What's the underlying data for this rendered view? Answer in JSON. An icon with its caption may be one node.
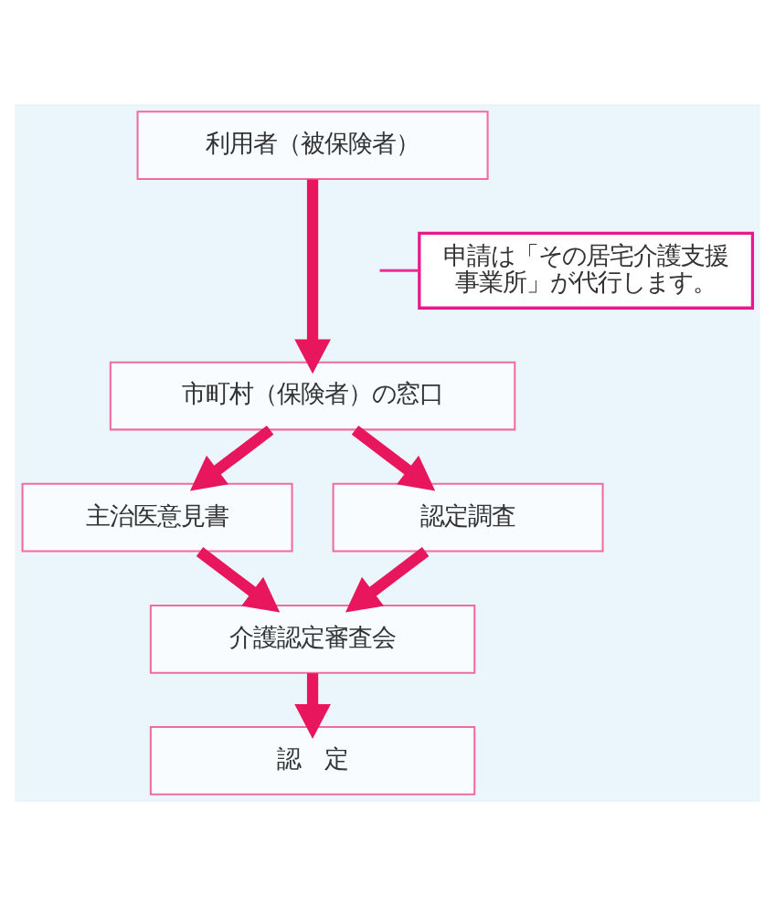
{
  "diagram": {
    "nodes": [
      {
        "text": [
          "利用者（被保険者）"
        ]
      },
      {
        "text": [
          "申請は「その居宅介護支援事業所」が代行します。"
        ]
      },
      {
        "text": [
          "市町村（保険者）の窓口"
        ]
      },
      {
        "text": [
          "主治医意見書"
        ]
      },
      {
        "text": [
          "認定調査"
        ]
      },
      {
        "text": [
          "介護認定審査会"
        ]
      },
      {
        "text": [
          "認　定"
        ]
      }
    ],
    "edges": [
      {
        "from": 0,
        "to": 2,
        "arrow": "to"
      },
      {
        "from": 1,
        "to": null,
        "arrow": "none",
        "color": "#ee2d8f"
      },
      {
        "from": 2,
        "to": 3,
        "arrow": "to"
      },
      {
        "from": 2,
        "to": 4,
        "arrow": "to"
      },
      {
        "from": 3,
        "to": 5,
        "arrow": "to"
      },
      {
        "from": 4,
        "to": 5,
        "arrow": "to"
      },
      {
        "from": 5,
        "to": 6,
        "arrow": "to"
      }
    ]
  }
}
